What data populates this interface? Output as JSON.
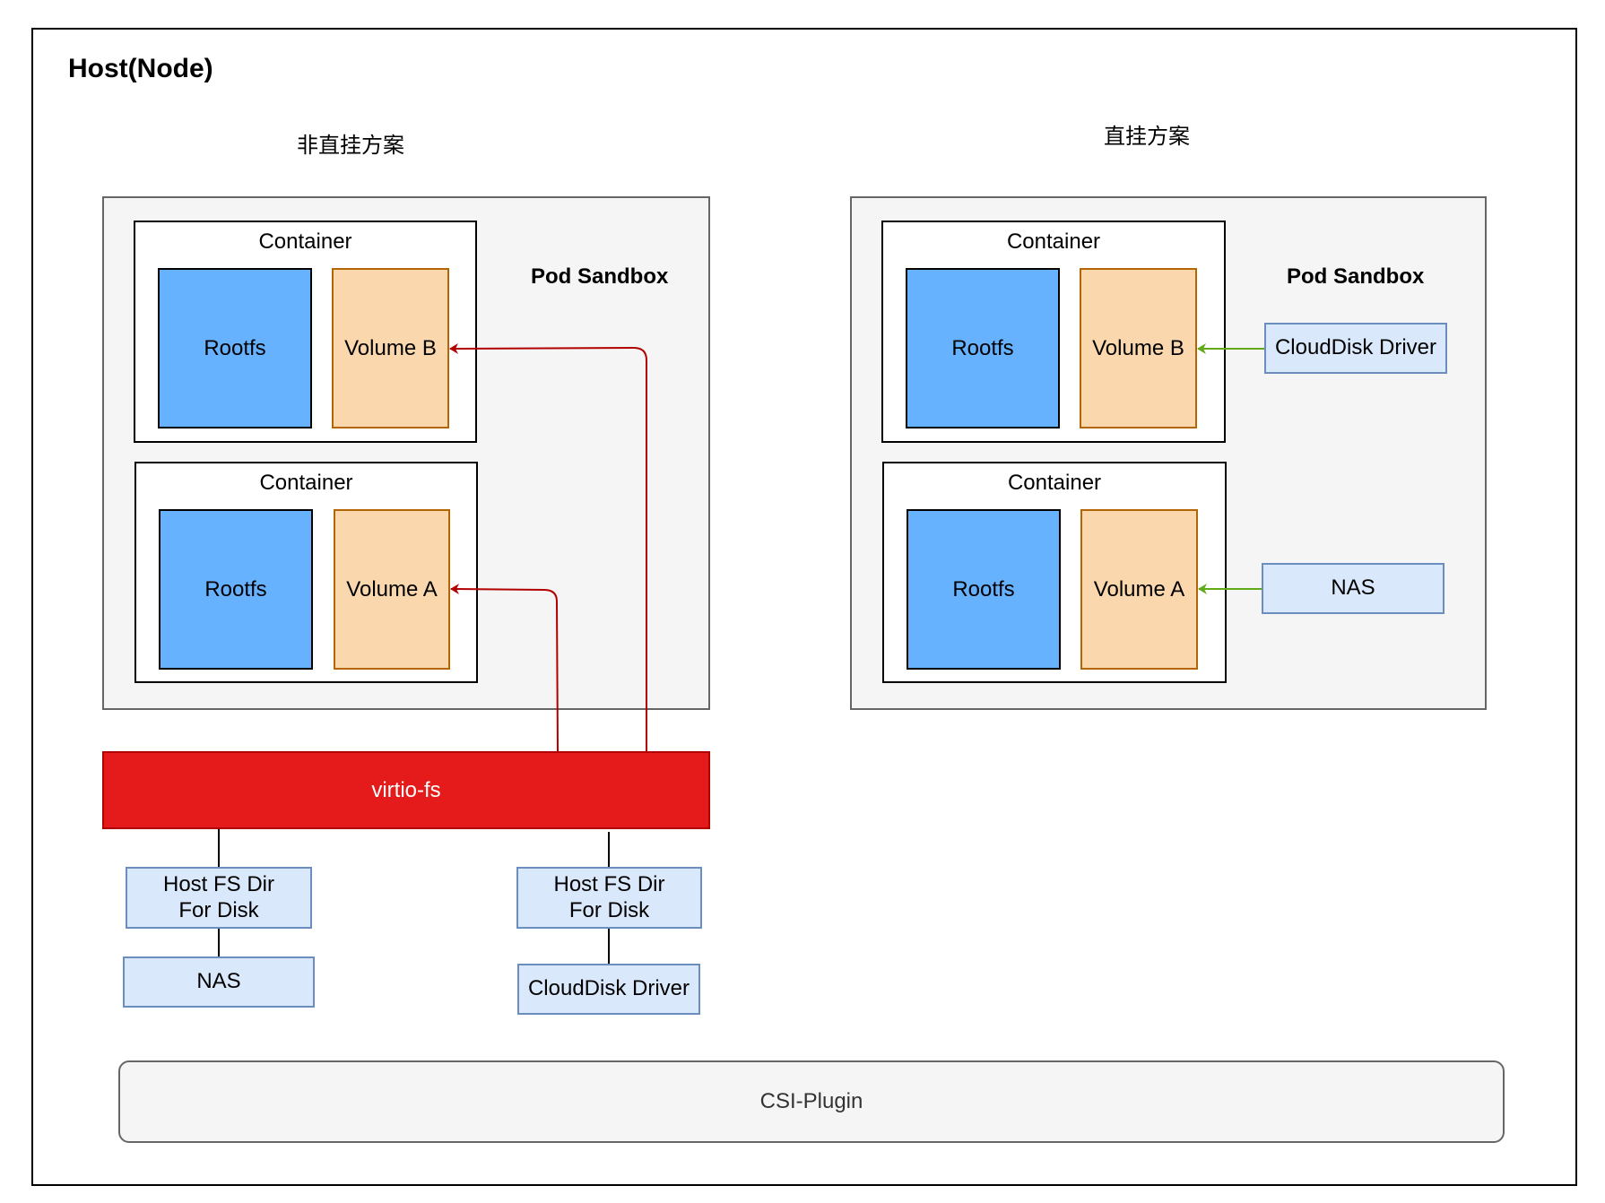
{
  "host": {
    "title": "Host(Node)"
  },
  "left_scheme": {
    "title": "非直挂方案",
    "sandbox_label": "Pod Sandbox",
    "containers": [
      {
        "label": "Container",
        "rootfs": "Rootfs",
        "volume": "Volume B"
      },
      {
        "label": "Container",
        "rootfs": "Rootfs",
        "volume": "Volume A"
      }
    ],
    "virtio": "virtio-fs",
    "host_fs_dirs": [
      "Host FS Dir\nFor Disk",
      "Host FS Dir\nFor Disk"
    ],
    "backends": [
      "NAS",
      "CloudDisk Driver"
    ]
  },
  "right_scheme": {
    "title": "直挂方案",
    "sandbox_label": "Pod Sandbox",
    "containers": [
      {
        "label": "Container",
        "rootfs": "Rootfs",
        "volume": "Volume B"
      },
      {
        "label": "Container",
        "rootfs": "Rootfs",
        "volume": "Volume A"
      }
    ],
    "drivers": [
      "CloudDisk Driver",
      "NAS"
    ]
  },
  "csi": {
    "label": "CSI-Plugin"
  },
  "colors": {
    "rootfs": "#66b2ff",
    "volume": "#fad7ac",
    "virtio": "#e51a1a",
    "arrow_red": "#b20000",
    "arrow_green": "#60a917",
    "light_box": "#dae8fc"
  }
}
